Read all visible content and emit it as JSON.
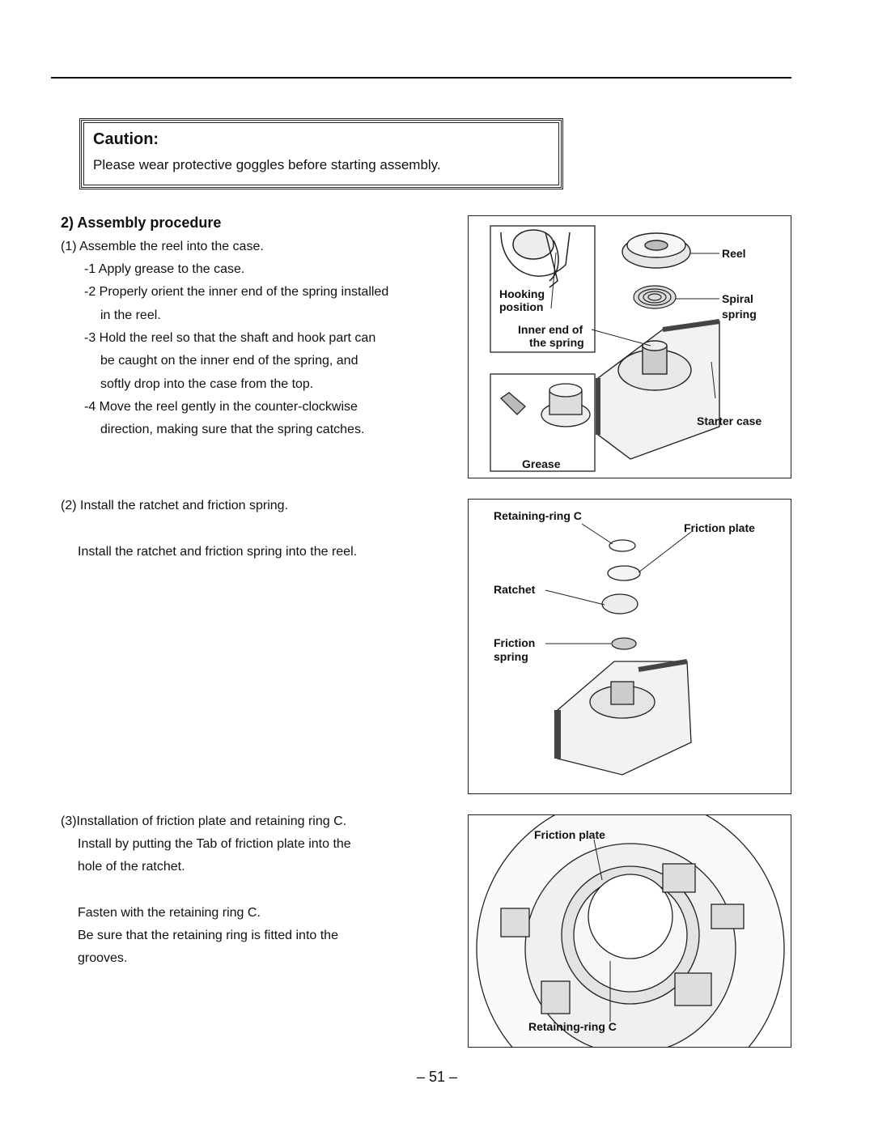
{
  "caution": {
    "title": "Caution:",
    "text": "Please wear protective goggles before starting assembly."
  },
  "section_title": "2) Assembly procedure",
  "steps": {
    "s1": "(1) Assemble the reel into the case.",
    "s1_1": "-1 Apply grease to the case.",
    "s1_2a": "-2 Properly orient the inner end of the spring installed",
    "s1_2b": "in the reel.",
    "s1_3a": "-3 Hold the reel so that the shaft and hook part can",
    "s1_3b": "be caught on the inner end of the spring, and",
    "s1_3c": "softly drop into the case from the top.",
    "s1_4a": "-4 Move the reel gently in the counter-clockwise",
    "s1_4b": "direction, making sure that the spring catches.",
    "s2": "(2) Install the ratchet and friction spring.",
    "s2_note": "Install the ratchet and friction spring into the reel.",
    "s3a": "(3)Installation of friction plate and retaining ring C.",
    "s3b": "Install by putting the Tab of friction plate into the",
    "s3c": "hole of the ratchet.",
    "s3d": "Fasten with the retaining ring C.",
    "s3e": "Be sure that the retaining ring is fitted into the",
    "s3f": "grooves."
  },
  "figure1": {
    "reel": "Reel",
    "spiral1": "Spiral",
    "spiral2": "spring",
    "hooking1": "Hooking",
    "hooking2": "position",
    "inner1": "Inner end of",
    "inner2": "the spring",
    "starter_case": "Starter case",
    "grease": "Grease"
  },
  "figure2": {
    "retaining_ring": "Retaining-ring C",
    "friction_plate": "Friction plate",
    "ratchet": "Ratchet",
    "friction1": "Friction",
    "friction2": "spring"
  },
  "figure3": {
    "friction_plate": "Friction plate",
    "retaining_ring": "Retaining-ring C"
  },
  "page_number": "– 51 –"
}
